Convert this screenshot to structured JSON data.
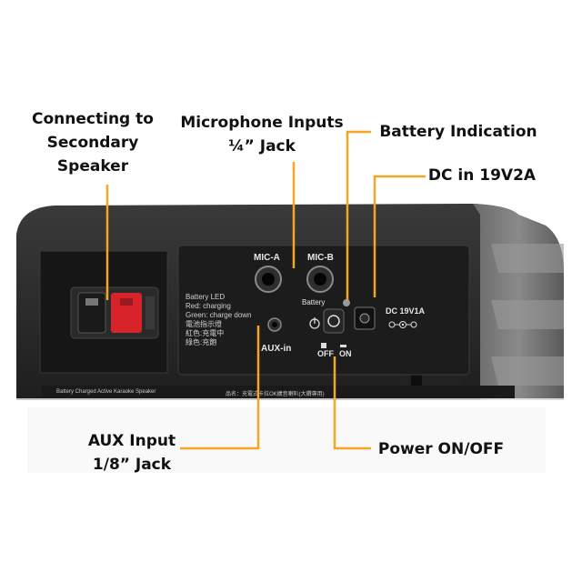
{
  "callouts": {
    "secondary": [
      "Connecting to",
      "Secondary",
      "Speaker"
    ],
    "mic": [
      "Microphone Inputs",
      "¼” Jack"
    ],
    "battery": [
      "Battery Indication"
    ],
    "dc": [
      "DC in 19V2A"
    ],
    "aux": [
      "AUX Input",
      "1/8” Jack"
    ],
    "power": [
      "Power ON/OFF"
    ]
  },
  "panel": {
    "mic_a": "MIC-A",
    "mic_b": "MIC-B",
    "battery_led_title": "Battery LED",
    "battery_led_red": "Red:    charging",
    "battery_led_green": "Green: charge down",
    "battery_led_cn1": "電池指示燈",
    "battery_led_cn2": "紅色:充電中",
    "battery_led_cn3": "綠色:充飽",
    "battery_label": "Battery",
    "dc_label": "DC 19V1A",
    "aux_label": "AUX-in",
    "off_label": "OFF",
    "on_label": "ON",
    "bottom_left_text": "Battery Charged Active Karaoke Speaker",
    "bottom_right_text": "品名：充電式卡拉OK擴音喇叭(大鑽專用)"
  },
  "colors": {
    "leader": "#f5a623",
    "terminal_red": "#d8232a",
    "terminal_black": "#1a1a1a",
    "led": "#9a9a9a",
    "housing": "#2a2a2a",
    "panel": "#1c1c1c"
  }
}
